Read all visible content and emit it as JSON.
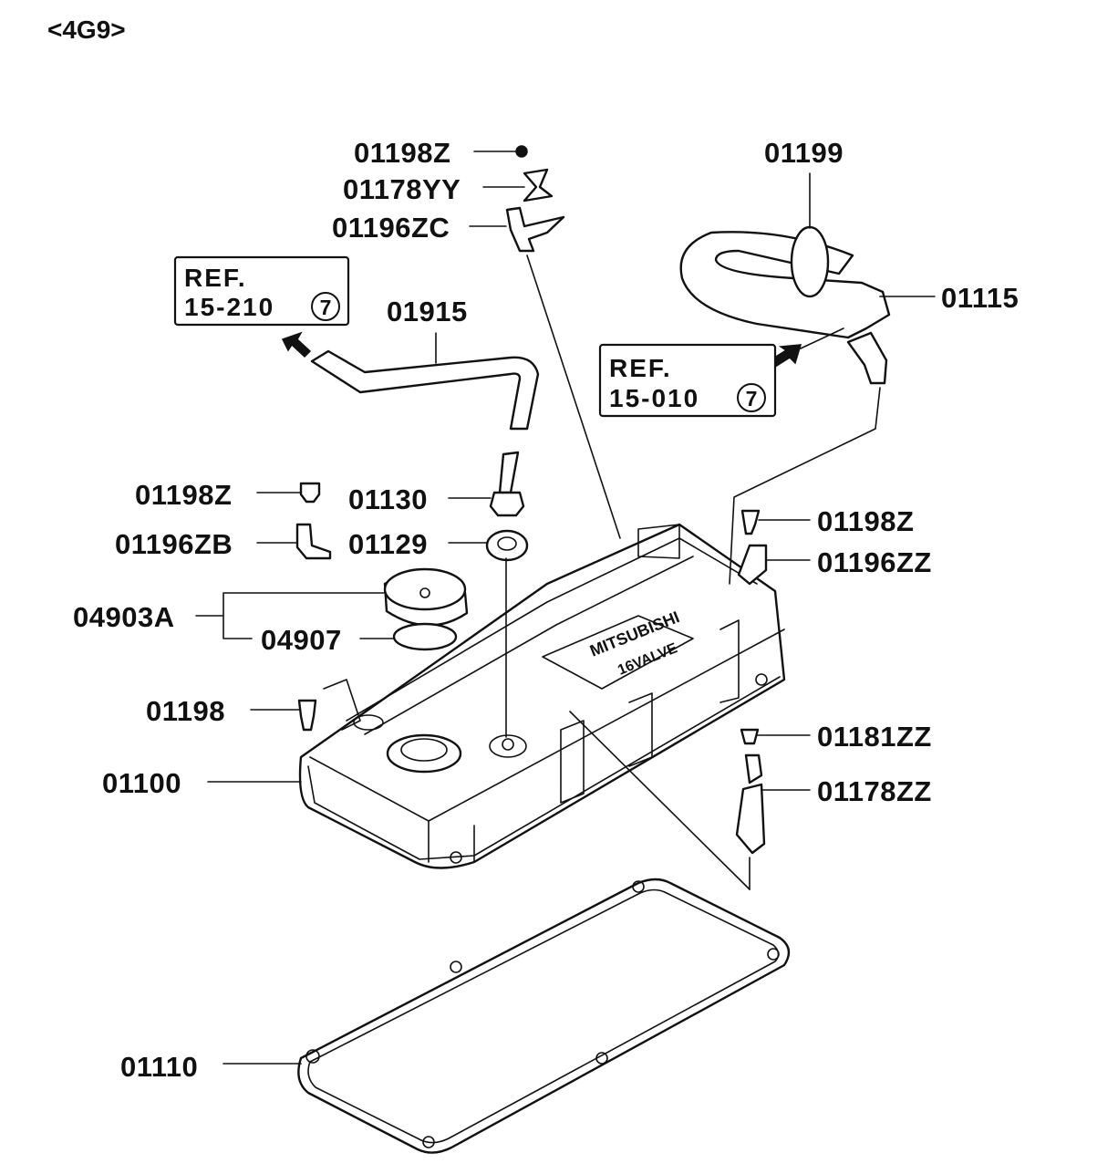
{
  "header": {
    "engine_code": "<4G9>"
  },
  "refs": {
    "ref_left": {
      "line1": "REF.",
      "line2": "15-210",
      "circled": "7"
    },
    "ref_right": {
      "line1": "REF.",
      "line2": "15-010",
      "circled": "7"
    }
  },
  "labels": {
    "p01198Z_top": "01198Z",
    "p01178YY": "01178YY",
    "p01196ZC": "01196ZC",
    "p01199": "01199",
    "p01115": "01115",
    "p01915": "01915",
    "p01198Z_left": "01198Z",
    "p01130": "01130",
    "p01196ZB": "01196ZB",
    "p01129": "01129",
    "p04903A": "04903A",
    "p04907": "04907",
    "p01198": "01198",
    "p01100": "01100",
    "p01198Z_right": "01198Z",
    "p01196ZZ": "01196ZZ",
    "p01181ZZ": "01181ZZ",
    "p01178ZZ": "01178ZZ",
    "p01110": "01110"
  },
  "cover_text": {
    "brand": "MITSUBISHI",
    "sub": "16VALVE"
  },
  "icons": [
    "arrow-left-icon",
    "arrow-right-icon"
  ]
}
